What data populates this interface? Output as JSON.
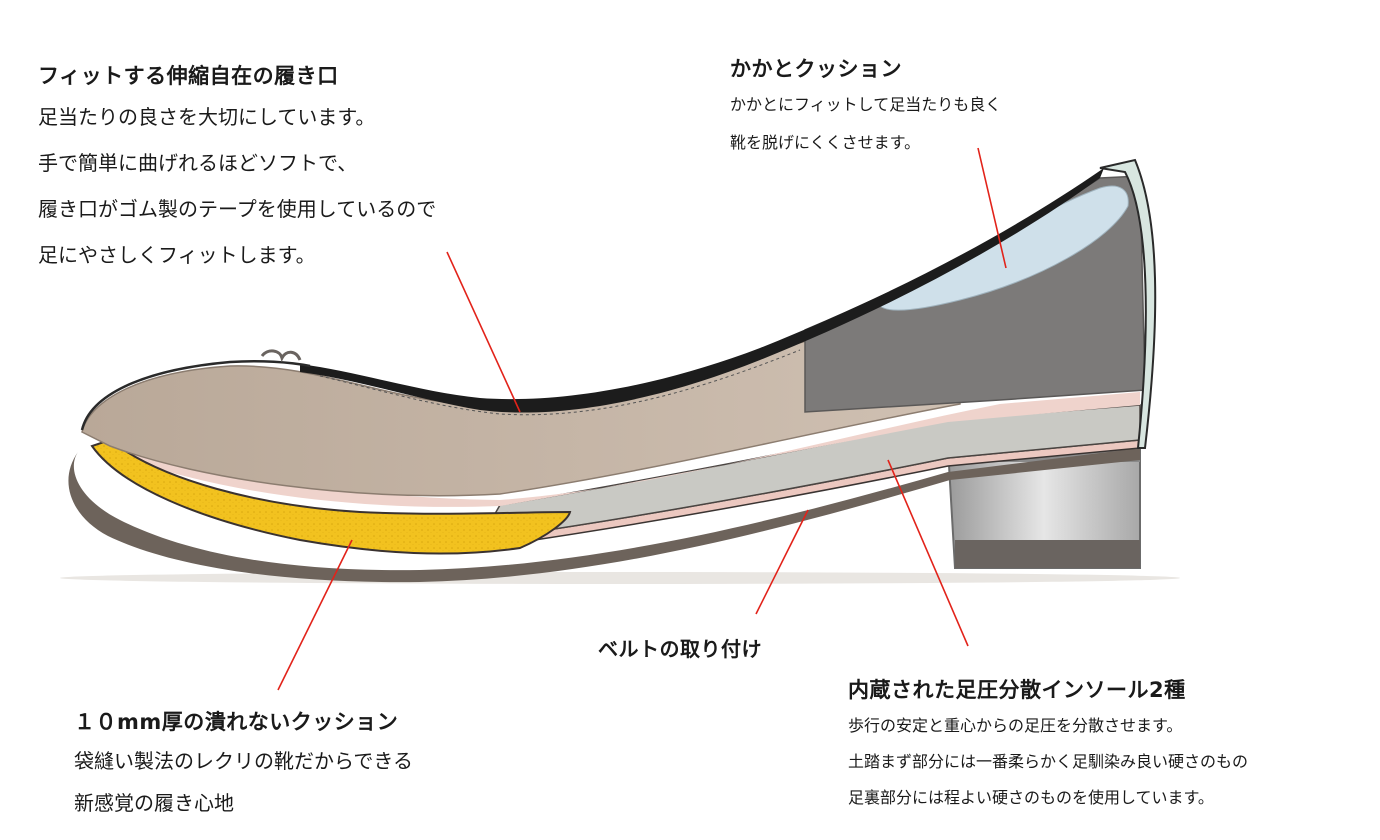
{
  "callouts": {
    "fit": {
      "heading": "フィットする伸縮自在の履き口",
      "lines": [
        "足当たりの良さを大切にしています。",
        "手で簡単に曲げれるほどソフトで、",
        "履き口がゴム製のテープを使用しているので",
        "足にやさしくフィットします。"
      ]
    },
    "heel": {
      "heading": "かかとクッション",
      "lines": [
        "かかとにフィットして足当たりも良く",
        "靴を脱げにくくさせます。"
      ]
    },
    "belt": {
      "heading": "ベルトの取り付け"
    },
    "insole": {
      "heading": "内蔵された足圧分散インソール2種",
      "lines": [
        "歩行の安定と重心からの足圧を分散させます。",
        "土踏まず部分には一番柔らかく足馴染み良い硬さのもの",
        "足裏部分には程よい硬さのものを使用しています。"
      ]
    },
    "cushion": {
      "heading": "１０mm厚の潰れないクッション",
      "lines": [
        "袋縫い製法のレクリの靴だからできる",
        "新感覚の履き心地"
      ]
    }
  },
  "colors": {
    "leader_line": "#e2231a",
    "outsole": "#6d635b",
    "upper_lining": "#b7a796",
    "elastic_band": "#1c1c1c",
    "cushion_foam": "#f2c21f",
    "insole_pink": "#ecc8c0",
    "insole_gray": "#c9c9c4",
    "heel_suede": "#7c7a79",
    "heel_cushion": "#cfe0ea",
    "heel_block": "#c8c8c8"
  },
  "figure": {
    "subject": "cross-section-of-ballet-pump"
  }
}
